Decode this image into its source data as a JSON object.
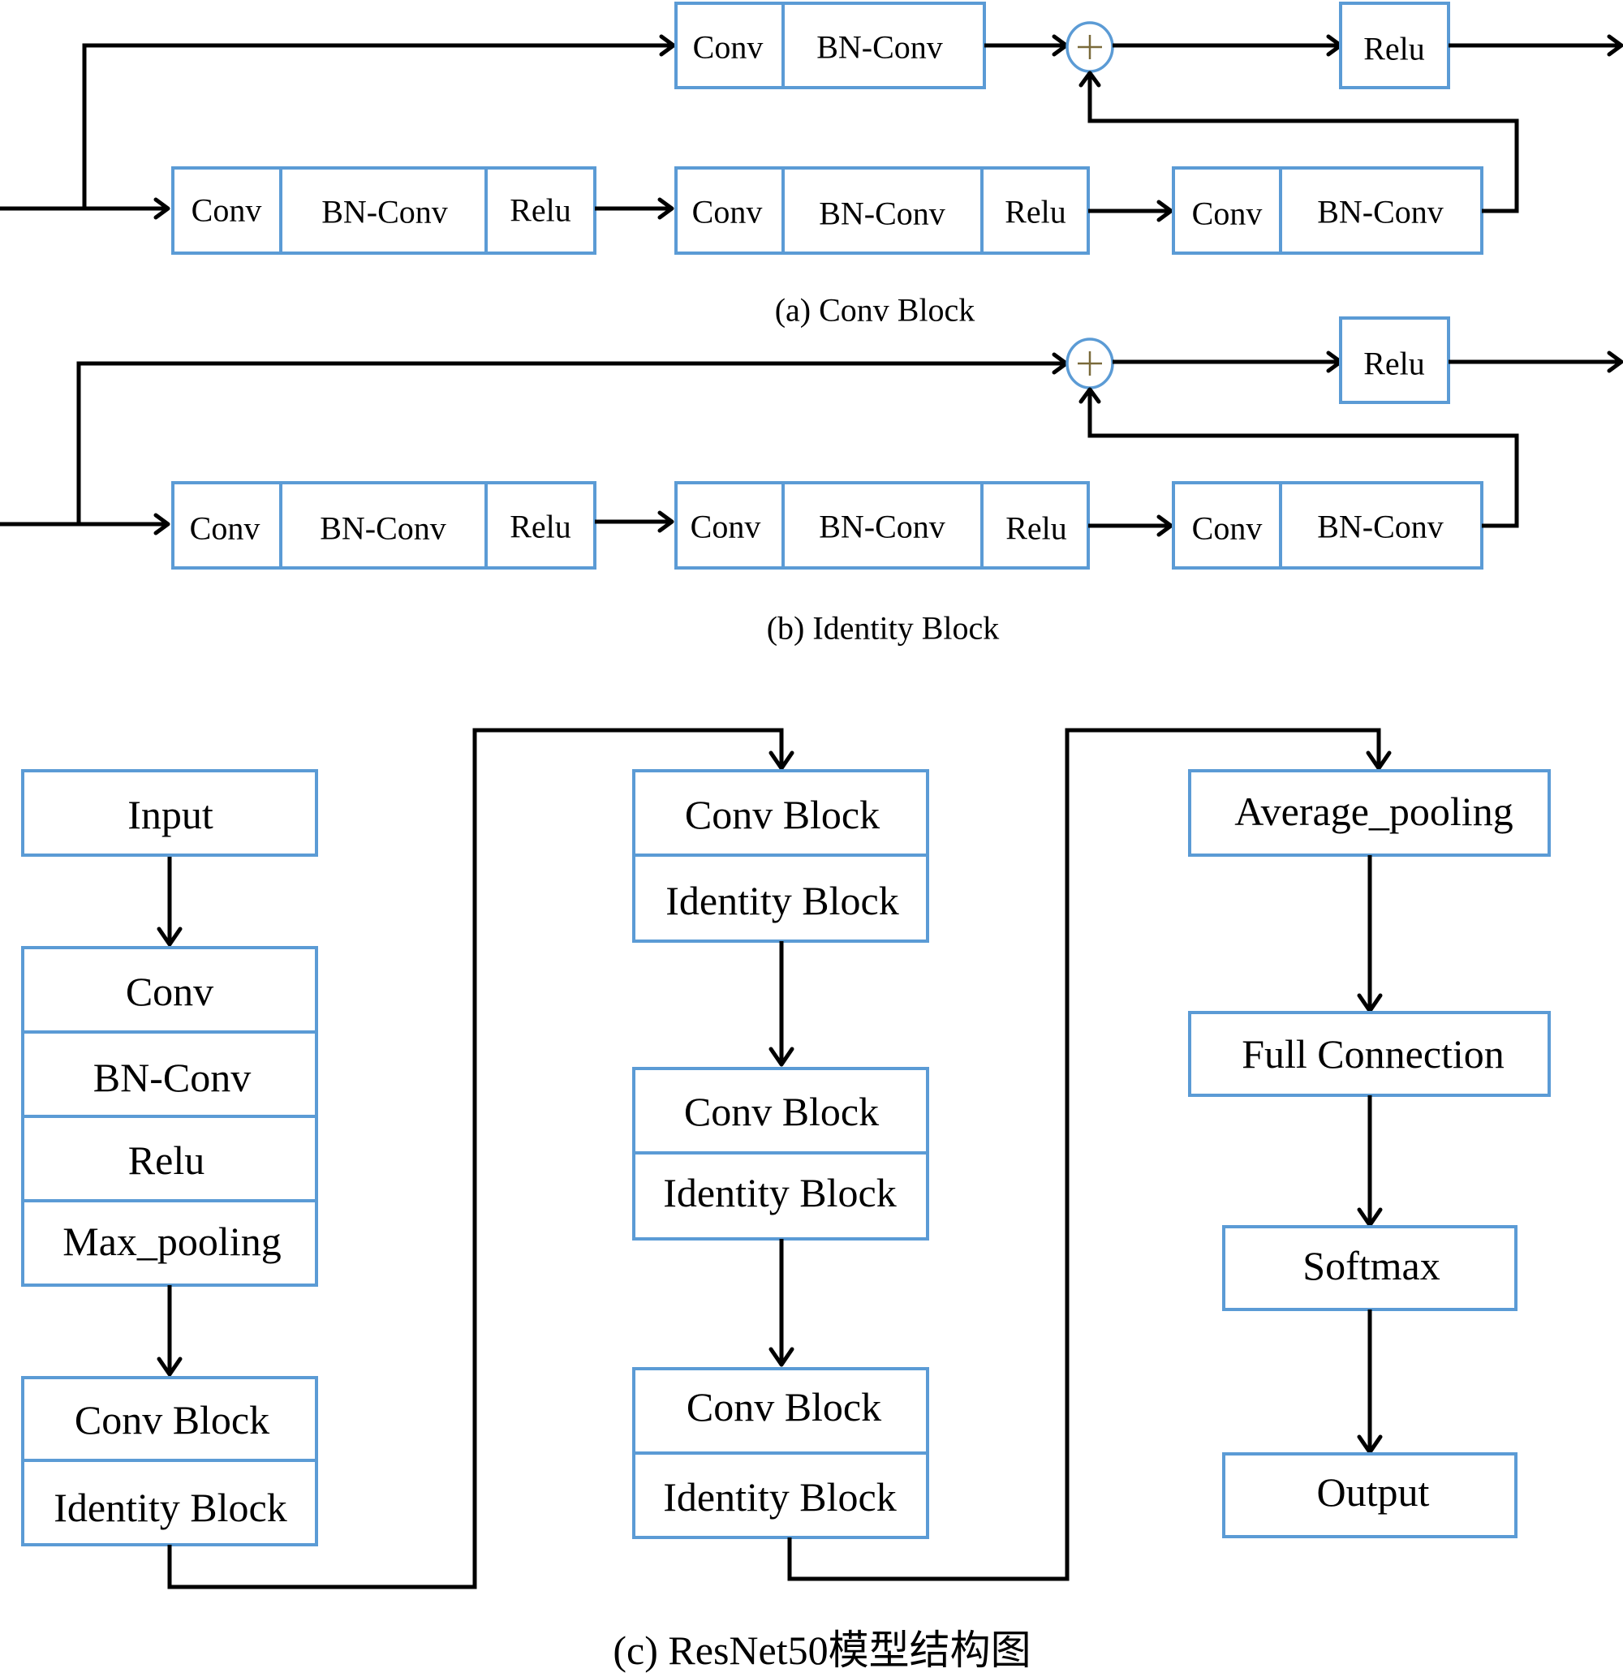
{
  "figure": {
    "conv_block": {
      "caption": "(a) Conv Block",
      "shortcut_path": [
        "Conv",
        "BN-Conv"
      ],
      "main_path": [
        [
          "Conv",
          "BN-Conv",
          "Relu"
        ],
        [
          "Conv",
          "BN-Conv",
          "Relu"
        ],
        [
          "Conv",
          "BN-Conv"
        ]
      ],
      "merge_symbol": "+",
      "output": "Relu"
    },
    "identity_block": {
      "caption": "(b) Identity Block",
      "main_path": [
        [
          "Conv",
          "BN-Conv",
          "Relu"
        ],
        [
          "Conv",
          "BN-Conv",
          "Relu"
        ],
        [
          "Conv",
          "BN-Conv"
        ]
      ],
      "merge_symbol": "+",
      "output": "Relu"
    },
    "resnet50": {
      "caption": "(c) ResNet50模型结构图",
      "column1": {
        "input": "Input",
        "stem": [
          "Conv",
          "BN-Conv",
          "Relu",
          "Max_pooling"
        ],
        "stage": [
          "Conv Block",
          "Identity Block"
        ]
      },
      "column2": {
        "stages": [
          [
            "Conv Block",
            "Identity Block"
          ],
          [
            "Conv Block",
            "Identity Block"
          ],
          [
            "Conv Block",
            "Identity Block"
          ]
        ]
      },
      "column3": {
        "layers": [
          "Average_pooling",
          "Full Connection",
          "Softmax",
          "Output"
        ]
      }
    }
  },
  "colors": {
    "box_border": "#5b9bd5",
    "line": "#000000",
    "background": "#ffffff"
  }
}
